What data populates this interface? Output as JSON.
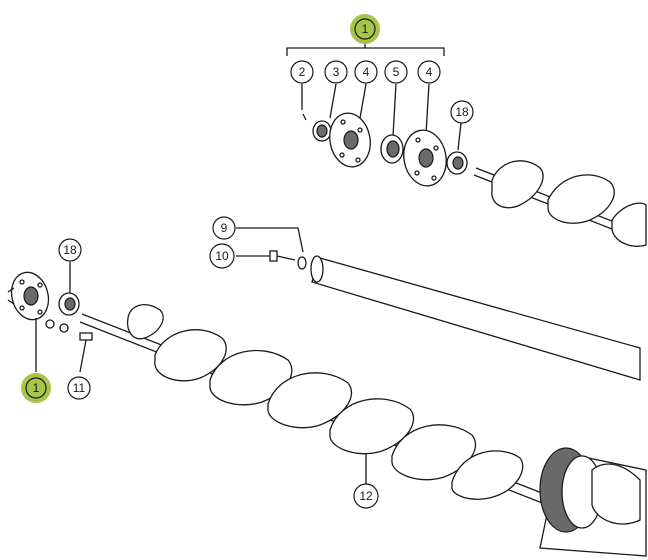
{
  "callouts": {
    "assembly_top": "1",
    "assembly_left": "1",
    "part_2": "2",
    "part_3": "3",
    "part_4a": "4",
    "part_5": "5",
    "part_4b": "4",
    "part_18_top": "18",
    "part_18_left": "18",
    "part_9": "9",
    "part_10": "10",
    "part_11": "11",
    "part_12": "12"
  },
  "colors": {
    "assembly_badge": "#a6c34a",
    "ink": "#1a1a1a"
  }
}
